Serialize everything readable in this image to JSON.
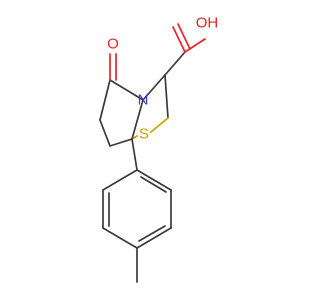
{
  "atoms": {
    "o_ketone": "O",
    "o_hydroxyl": "OH",
    "nitrogen": "N",
    "sulfur": "S"
  },
  "colors": {
    "bond": "#3a3a3a",
    "oxygen": "#e8232a",
    "nitrogen": "#2f3ee8",
    "sulfur": "#c8a000"
  }
}
